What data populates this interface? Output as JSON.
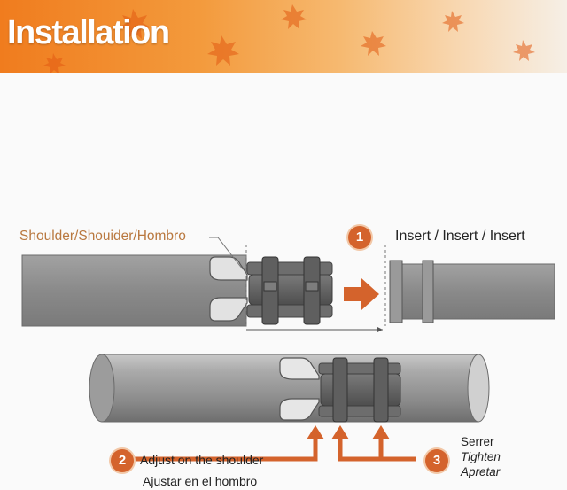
{
  "header": {
    "title": "Installation"
  },
  "labels": {
    "shoulder": "Shoulder/Shouider/Hombro",
    "insert": "Insert / Insert / Insert",
    "adjust_en": "Adjust on the shoulder",
    "adjust_es": "Ajustar en el hombro",
    "tighten_fr": "Serrer",
    "tighten_en": "Tighten",
    "tighten_es": "Apretar"
  },
  "steps": {
    "one": "1",
    "two": "2",
    "three": "3"
  },
  "colors": {
    "accent": "#d4632c",
    "banner": "#f07c1e",
    "metal": "#8c8c8c",
    "clamp": "#5f5f5f",
    "shoulder_label": "#b9783f"
  }
}
